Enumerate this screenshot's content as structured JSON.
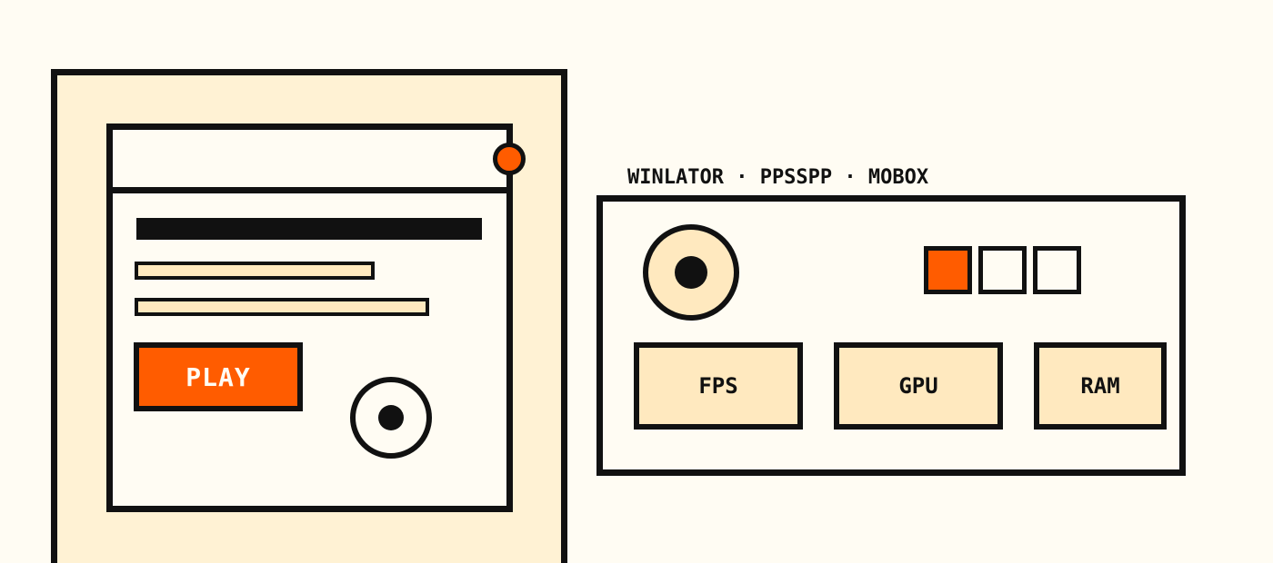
{
  "device": {
    "play_label": "PLAY"
  },
  "panel": {
    "caption": "WINLATOR · PPSSPP · MOBOX",
    "slots": [
      {
        "active": true
      },
      {
        "active": false
      },
      {
        "active": false
      }
    ],
    "stats": [
      "FPS",
      "GPU",
      "RAM"
    ]
  },
  "colors": {
    "accent": "#ff5c00",
    "ink": "#111111",
    "background": "#fffcf3",
    "cream": "#ffe9bf"
  }
}
